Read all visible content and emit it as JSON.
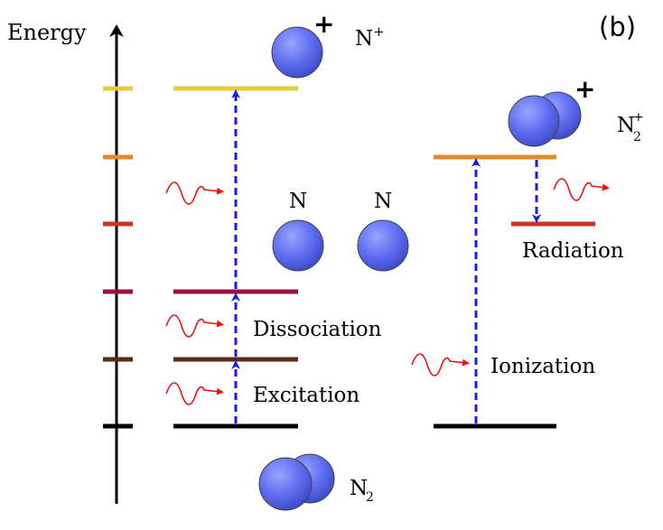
{
  "panel_label": "(b)",
  "axis": {
    "label": "Energy"
  },
  "processes": {
    "dissociation": "Dissociation",
    "excitation": "Excitation",
    "ionization": "Ionization",
    "radiation": "Radiation"
  },
  "species": {
    "n_plus": {
      "base": "N",
      "sup": "+"
    },
    "n_atom_left": "N",
    "n_atom_right": "N",
    "n2_plus": {
      "base": "N",
      "sub": "2",
      "sup": "+"
    },
    "n2": {
      "base": "N",
      "sub": "2"
    }
  },
  "charge_symbol": "+",
  "colors": {
    "level_ground": "#000000",
    "level_1": "#5c2a1c",
    "level_2": "#9e1040",
    "level_3": "#cc3322",
    "level_4": "#e08a2a",
    "level_5": "#e6cc3a",
    "transition_arrow": "#1a1aee",
    "photon": "#ee1111",
    "atom": "#5d6cf0"
  }
}
